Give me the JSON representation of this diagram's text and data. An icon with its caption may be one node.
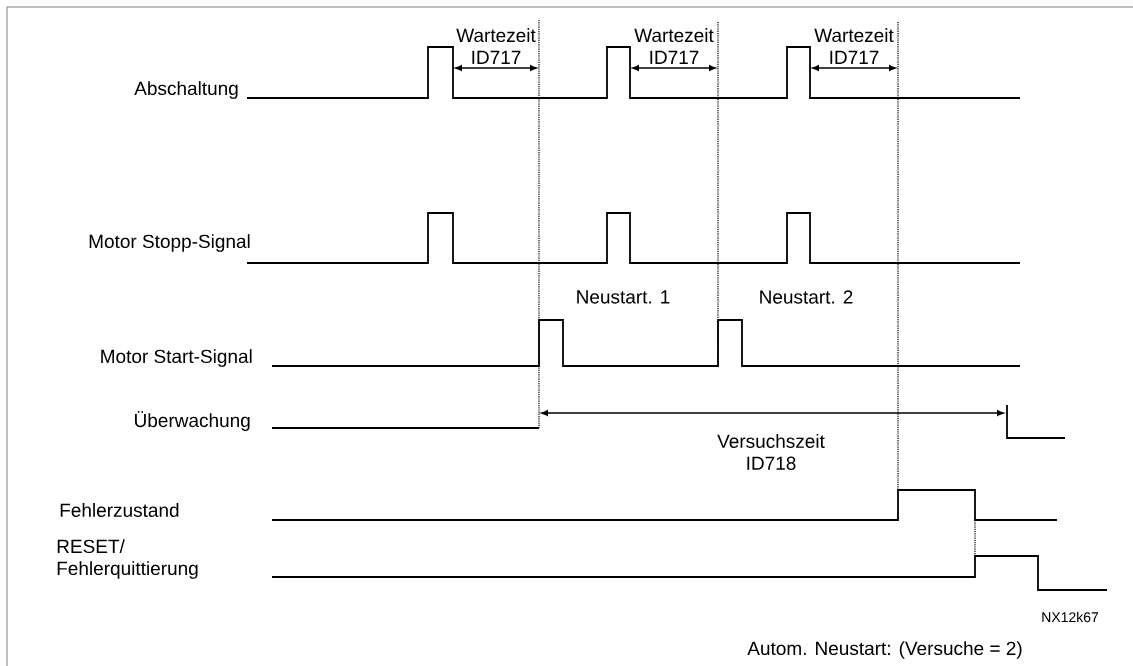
{
  "diagram": {
    "caption": "Autom. Neustart: (Versuche = 2)",
    "labels": [
      "Wartezeit ID717",
      "Wartezeit ID717",
      "Wartezeit ID717",
      "Abschaltung",
      "Motor Stopp-Signal",
      "Neustart. 1",
      "Neustart. 2",
      "Motor Start-Signal",
      "Überwachung",
      "Versuchszeit ID718",
      "Fehlerzustand",
      "RESET/ Fehlerquittierung",
      "NX12k67"
    ]
  }
}
